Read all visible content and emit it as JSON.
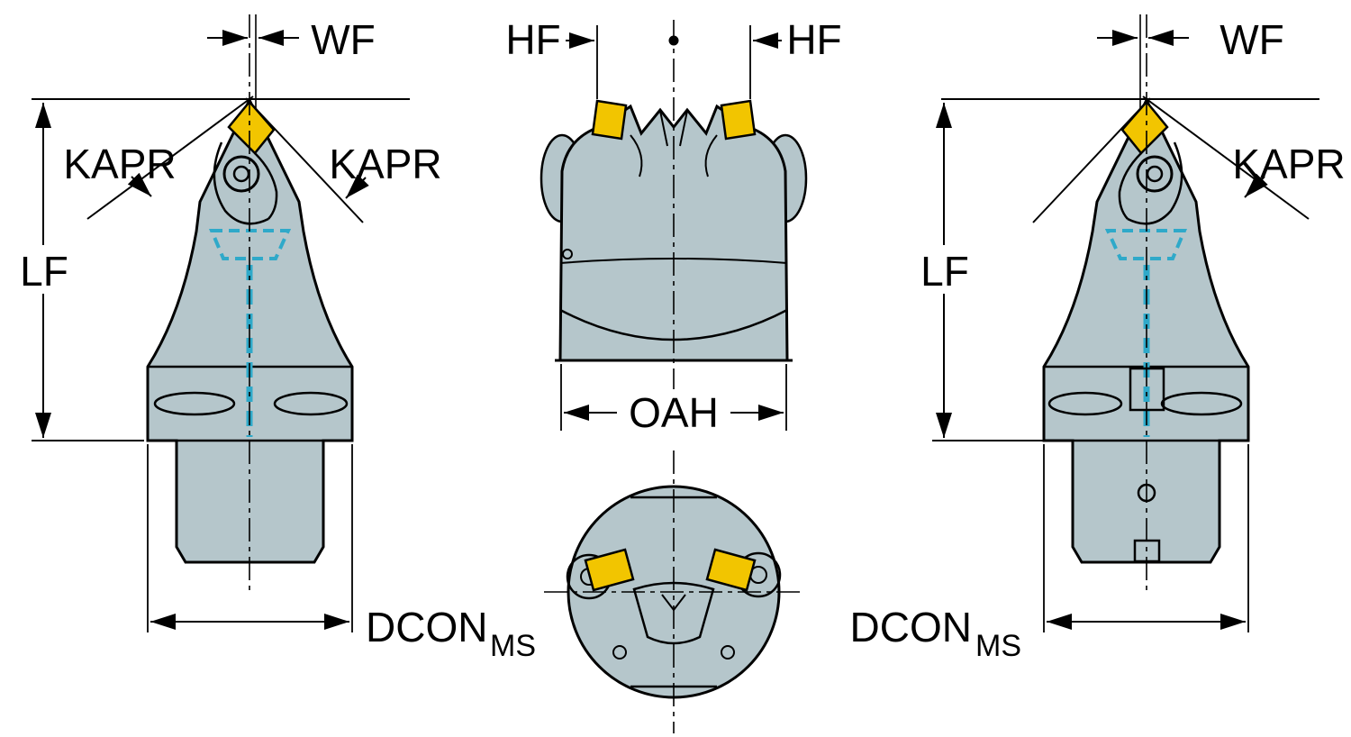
{
  "colors": {
    "body_fill": "#b5c6cb",
    "insert_fill": "#f2c500",
    "coolant_stroke": "#2fa9c9",
    "line": "#000000",
    "background": "#ffffff"
  },
  "labels": {
    "left_view": {
      "wf": "WF",
      "kapr_left": "KAPR",
      "kapr_right": "KAPR",
      "lf": "LF",
      "dcon": "DCON",
      "dcon_subscript": "MS"
    },
    "front_view": {
      "hf_left": "HF",
      "hf_right": "HF",
      "oah": "OAH"
    },
    "right_view": {
      "wf": "WF",
      "kapr": "KAPR",
      "lf": "LF",
      "dcon": "DCON",
      "dcon_subscript": "MS"
    }
  }
}
